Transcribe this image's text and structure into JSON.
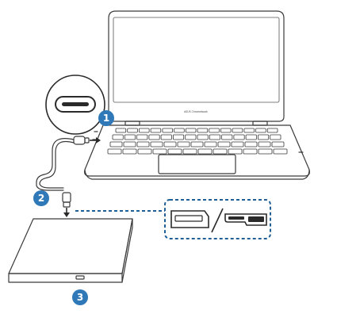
{
  "brand": {
    "logo_text": "ASUS Chromebook"
  },
  "steps": [
    {
      "number": "1"
    },
    {
      "number": "2"
    },
    {
      "number": "3"
    }
  ],
  "colors": {
    "badge": "#2f79b8",
    "outline": "#3a3a3a",
    "dashed_callout": "#1f5f95"
  },
  "icons": {
    "usb_c_port": "usb-c-port-icon",
    "usb_a_port": "usb-a-port-icon",
    "micro_usb_port": "micro-usb-port-icon"
  }
}
